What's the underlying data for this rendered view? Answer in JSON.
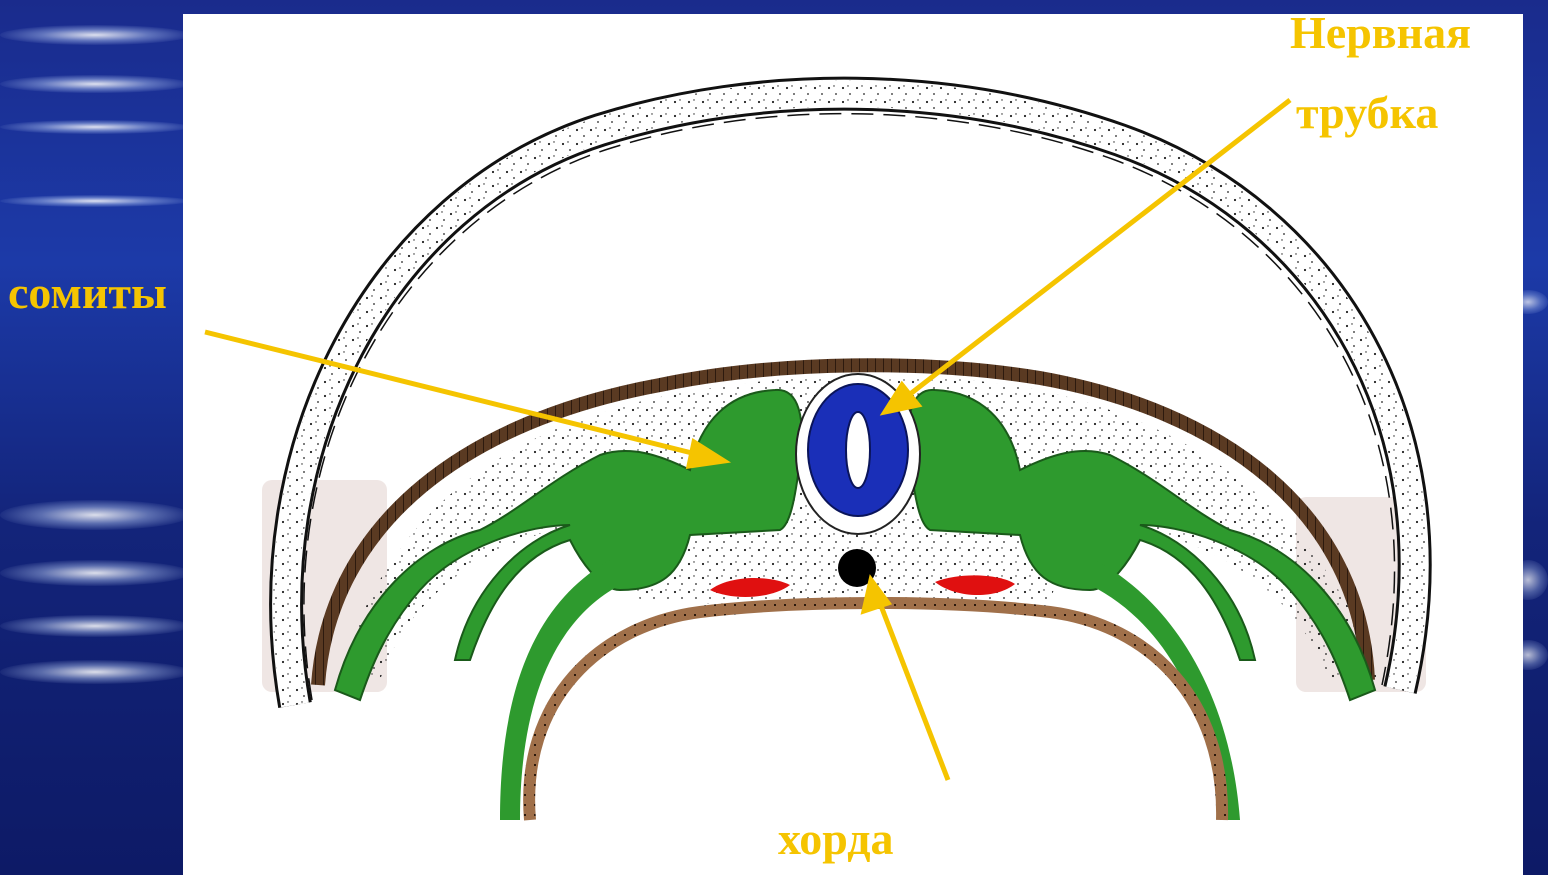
{
  "labels": {
    "neural_tube_line1": "Нервная",
    "neural_tube_line2": "трубка",
    "somites": "сомиты",
    "chorda": "хорда"
  },
  "colors": {
    "label_yellow": "#f5c400",
    "somite_green": "#2e9a2e",
    "neural_tube_blue": "#1a2fb8",
    "ectoderm_brown": "#5a3a22",
    "endoderm_tan": "#a0704a",
    "vessel_red": "#e01010",
    "background_blue": "#1c3aa8"
  }
}
